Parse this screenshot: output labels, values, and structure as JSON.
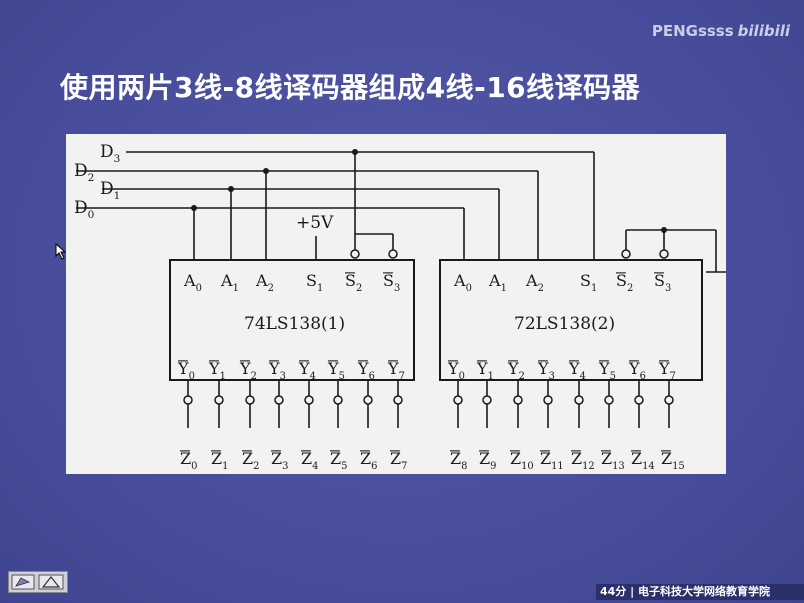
{
  "watermark": {
    "text": "PENGssss",
    "brand": "bilibili"
  },
  "title": "使用两片3线-8线译码器组成4线-16线译码器",
  "diagram": {
    "inputs": [
      "D",
      "D",
      "D",
      "D"
    ],
    "input_subs": [
      "3",
      "2",
      "1",
      "0"
    ],
    "supply": "+5V",
    "chip1": {
      "name": "74LS138(1)",
      "top_pins": [
        "A",
        "A",
        "A",
        "S",
        "S",
        "S"
      ],
      "top_subs": [
        "0",
        "1",
        "2",
        "1",
        "2",
        "3"
      ],
      "bottom_pins": [
        "Y",
        "Y",
        "Y",
        "Y",
        "Y",
        "Y",
        "Y",
        "Y"
      ],
      "bottom_subs": [
        "0",
        "1",
        "2",
        "3",
        "4",
        "5",
        "6",
        "7"
      ]
    },
    "chip2": {
      "name": "72LS138(2)",
      "top_pins": [
        "A",
        "A",
        "A",
        "S",
        "S",
        "S"
      ],
      "top_subs": [
        "0",
        "1",
        "2",
        "1",
        "2",
        "3"
      ],
      "bottom_pins": [
        "Y",
        "Y",
        "Y",
        "Y",
        "Y",
        "Y",
        "Y",
        "Y"
      ],
      "bottom_subs": [
        "0",
        "1",
        "2",
        "3",
        "4",
        "5",
        "6",
        "7"
      ]
    },
    "outputs": [
      "Z",
      "Z",
      "Z",
      "Z",
      "Z",
      "Z",
      "Z",
      "Z",
      "Z",
      "Z",
      "Z",
      "Z",
      "Z",
      "Z",
      "Z",
      "Z"
    ],
    "output_subs": [
      "0",
      "1",
      "2",
      "3",
      "4",
      "5",
      "6",
      "7",
      "8",
      "9",
      "10",
      "11",
      "12",
      "13",
      "14",
      "15"
    ]
  },
  "footer": "44分 | 电子科技大学网络教育学院",
  "nav_icons": [
    "scroll-icon",
    "triangle-up-icon"
  ]
}
